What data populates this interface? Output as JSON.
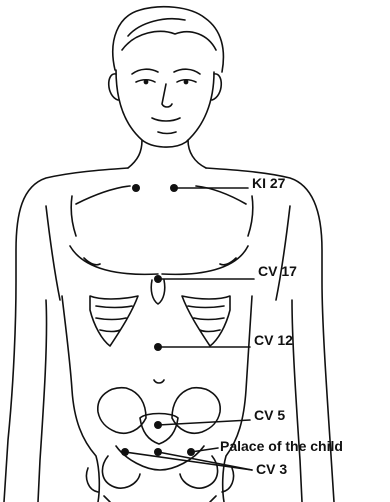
{
  "colors": {
    "ink": "#111111",
    "paper": "#ffffff"
  },
  "labels": {
    "ki27": "KI 27",
    "cv17": "CV 17",
    "cv12": "CV 12",
    "cv5": "CV 5",
    "palace": "Palace of the child",
    "cv3": "CV 3"
  }
}
